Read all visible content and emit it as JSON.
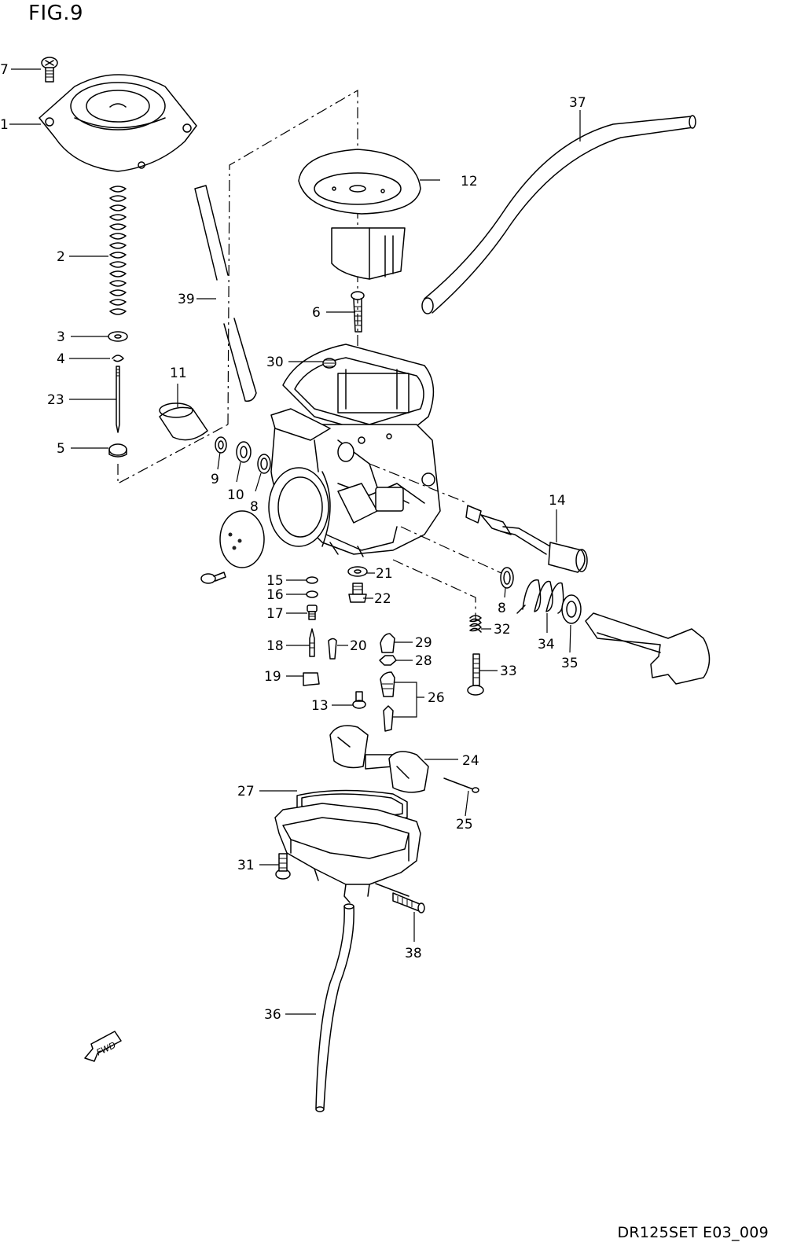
{
  "header": {
    "title": "FIG.9"
  },
  "footer": {
    "code": "DR125SET E03_009"
  },
  "direction_arrow": {
    "label": "FWD"
  },
  "callouts": [
    {
      "id": "7",
      "label": "7"
    },
    {
      "id": "1",
      "label": "1"
    },
    {
      "id": "2",
      "label": "2"
    },
    {
      "id": "3",
      "label": "3"
    },
    {
      "id": "4",
      "label": "4"
    },
    {
      "id": "23",
      "label": "23"
    },
    {
      "id": "5",
      "label": "5"
    },
    {
      "id": "39",
      "label": "39"
    },
    {
      "id": "11",
      "label": "11"
    },
    {
      "id": "9",
      "label": "9"
    },
    {
      "id": "10",
      "label": "10"
    },
    {
      "id": "8a",
      "label": "8"
    },
    {
      "id": "12",
      "label": "12"
    },
    {
      "id": "37",
      "label": "37"
    },
    {
      "id": "6",
      "label": "6"
    },
    {
      "id": "30",
      "label": "30"
    },
    {
      "id": "14",
      "label": "14"
    },
    {
      "id": "8b",
      "label": "8"
    },
    {
      "id": "21",
      "label": "21"
    },
    {
      "id": "22",
      "label": "22"
    },
    {
      "id": "15",
      "label": "15"
    },
    {
      "id": "16",
      "label": "16"
    },
    {
      "id": "17",
      "label": "17"
    },
    {
      "id": "18",
      "label": "18"
    },
    {
      "id": "20",
      "label": "20"
    },
    {
      "id": "19",
      "label": "19"
    },
    {
      "id": "29",
      "label": "29"
    },
    {
      "id": "28",
      "label": "28"
    },
    {
      "id": "32",
      "label": "32"
    },
    {
      "id": "33",
      "label": "33"
    },
    {
      "id": "34",
      "label": "34"
    },
    {
      "id": "35",
      "label": "35"
    },
    {
      "id": "13",
      "label": "13"
    },
    {
      "id": "26",
      "label": "26"
    },
    {
      "id": "24",
      "label": "24"
    },
    {
      "id": "27",
      "label": "27"
    },
    {
      "id": "25",
      "label": "25"
    },
    {
      "id": "31",
      "label": "31"
    },
    {
      "id": "38",
      "label": "38"
    },
    {
      "id": "36",
      "label": "36"
    }
  ]
}
